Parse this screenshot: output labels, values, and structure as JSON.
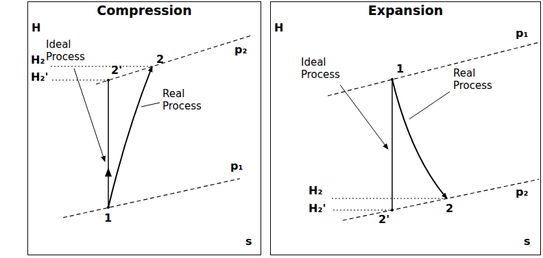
{
  "diagram": {
    "nodes": [
      {
        "text": [
          "Compression"
        ]
      },
      {
        "text": [
          "Expansion"
        ]
      }
    ],
    "labels": [
      "H",
      "Ideal Process",
      "H₂",
      "H₂'",
      "2'",
      "2",
      "Real Process",
      "p₂",
      "p₁",
      "1",
      "s",
      "H",
      "Ideal Process",
      "p₁",
      "1",
      "Real Process",
      "H₂",
      "H₂'",
      "2'",
      "2",
      "p₂",
      "s"
    ]
  }
}
